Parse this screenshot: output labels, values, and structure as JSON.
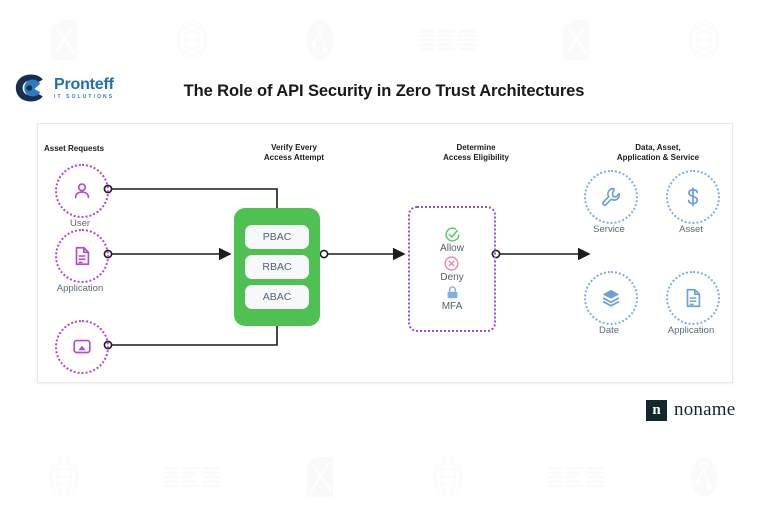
{
  "brand": {
    "name": "Pronteff",
    "tagline": "IT SOLUTIONS",
    "logo_icon": "pronteff-swoosh-icon",
    "color": "#1f6fb5"
  },
  "page_title": "The Role of API Security in Zero Trust Architectures",
  "diagram": {
    "columns": {
      "asset_requests": "Asset Requests",
      "verify": "Verify Every\nAccess Attempt",
      "determine": "Determine\nAccess Eligibility",
      "outcome": "Data, Asset,\nApplication & Service"
    },
    "requesters": [
      {
        "label": "User",
        "icon": "user-icon",
        "color": "#b24ad8"
      },
      {
        "label": "Application",
        "icon": "document-icon",
        "color": "#b24ad8"
      },
      {
        "label": "",
        "icon": "device-monitor-icon",
        "color": "#b24ad8"
      }
    ],
    "access_controls": [
      {
        "label": "PBAC"
      },
      {
        "label": "RBAC"
      },
      {
        "label": "ABAC"
      }
    ],
    "eligibility": [
      {
        "label": "Allow",
        "icon": "check-circle-icon",
        "color": "#55c46a"
      },
      {
        "label": "Deny",
        "icon": "x-circle-icon",
        "color": "#f18aa8"
      },
      {
        "label": "MFA",
        "icon": "lock-icon",
        "color": "#7fb0e4"
      }
    ],
    "resources": [
      {
        "label": "Service",
        "icon": "wrench-icon",
        "color": "#6d9fd8"
      },
      {
        "label": "Asset",
        "icon": "dollar-icon",
        "color": "#6d9fd8"
      },
      {
        "label": "Date",
        "icon": "layers-icon",
        "color": "#6d9fd8"
      },
      {
        "label": "Application",
        "icon": "document-icon",
        "color": "#6d9fd8"
      }
    ],
    "green_box_color": "#4fc153",
    "dotted_purple": "#9b4ed6",
    "dotted_blue": "#7fb0e4"
  },
  "vendor": {
    "mark_letter": "n",
    "name": "noname"
  },
  "watermarks": {
    "top": [
      "alteryx-logo",
      "mesh-sphere-logo",
      "node-link-logo",
      "IBM",
      "alteryx-logo",
      "mesh-sphere-logo"
    ],
    "bottom": [
      "mesh-sphere-logo",
      "IBM",
      "alteryx-logo",
      "mesh-sphere-logo",
      "IBM",
      "node-link-logo"
    ]
  }
}
